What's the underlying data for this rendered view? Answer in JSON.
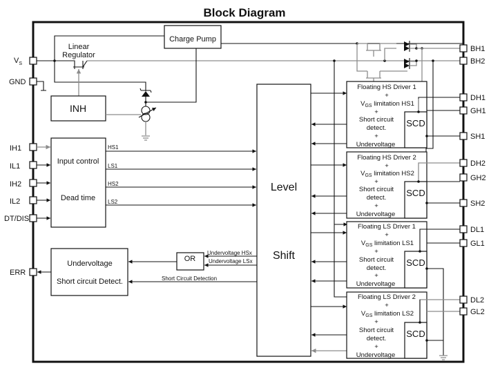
{
  "title": "Block Diagram",
  "blocks": {
    "charge_pump": "Charge Pump",
    "linear_regulator": [
      "Linear",
      "Regulator"
    ],
    "inh": "INH",
    "input_control": [
      "Input  control",
      "Dead time"
    ],
    "level_shift": [
      "Level",
      "Shift"
    ],
    "or_gate": "OR",
    "error_block": [
      "Undervoltage",
      "Short circuit Detect."
    ]
  },
  "left_pins": {
    "vs": {
      "main": "V",
      "sub": "S"
    },
    "gnd": "GND",
    "inputs": [
      "IH1",
      "IL1",
      "IH2",
      "IL2",
      "DT/DIS"
    ],
    "err": "ERR"
  },
  "right_pins": {
    "boot": [
      "BH1",
      "BH2"
    ],
    "driver_pins": [
      [
        "DH1",
        "GH1",
        "SH1"
      ],
      [
        "DH2",
        "GH2",
        "SH2"
      ],
      [
        "DL1",
        "GL1"
      ],
      [
        "DL2",
        "GL2"
      ]
    ]
  },
  "signals": {
    "input_outputs": [
      "HS1",
      "LS1",
      "HS2",
      "LS2"
    ],
    "uv_hs": "Undervoltage HSx",
    "uv_ls": "Undervoltage LSx",
    "scd": "Short Circuit Detection"
  },
  "drivers": [
    {
      "title": "Floating HS Driver 1",
      "plus": "+",
      "vgs_main": "V",
      "vgs_sub": "GS",
      "vgs_rest": " limitation HS1",
      "sc1": "Short circuit",
      "sc2": "detect.",
      "uv": "Undervoltage",
      "scd": "SCD"
    },
    {
      "title": "Floating HS Driver 2",
      "plus": "+",
      "vgs_main": "V",
      "vgs_sub": "GS",
      "vgs_rest": " limitation HS2",
      "sc1": "Short circuit",
      "sc2": "detect.",
      "uv": "Undervoltage",
      "scd": "SCD"
    },
    {
      "title": "Floating LS Driver 1",
      "plus": "+",
      "vgs_main": "V",
      "vgs_sub": "GS",
      "vgs_rest": " limitation LS1",
      "sc1": "Short circuit",
      "sc2": "detect.",
      "uv": "Undervoltage",
      "scd": "SCD"
    },
    {
      "title": "Floating LS Driver 2",
      "plus": "+",
      "vgs_main": "V",
      "vgs_sub": "GS",
      "vgs_rest": " limitation LS2",
      "sc1": "Short circuit",
      "sc2": "detect.",
      "uv": "Undervoltage",
      "scd": "SCD"
    }
  ]
}
